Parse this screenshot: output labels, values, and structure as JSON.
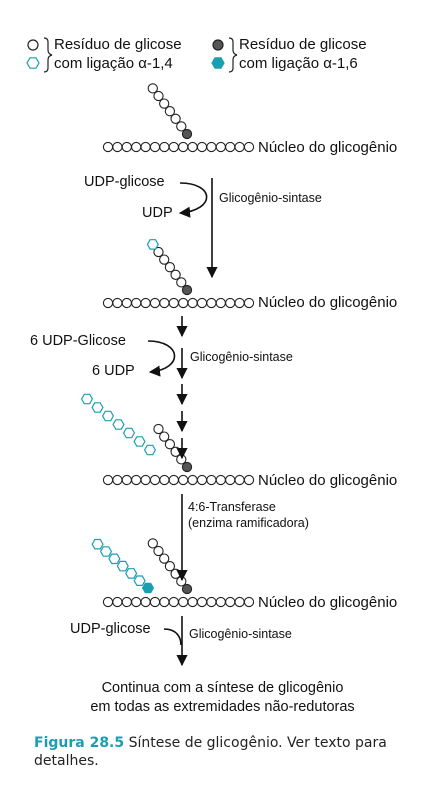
{
  "legend": {
    "left_top": "Resíduo de glicose",
    "left_bottom": "com ligação α-1,4",
    "right_top": "Resíduo de glicose",
    "right_bottom": "com ligação α-1,6"
  },
  "colors": {
    "residue_outline": "#222222",
    "branch_point": "#555555",
    "new_residue": "#1a9fb0",
    "caption_accent": "#1a9fb0"
  },
  "nucleus_label": "Núcleo do glicogênio",
  "steps": {
    "step1": {
      "substrate": "UDP-glicose",
      "product": "UDP",
      "enzyme": "Glicogênio-sintase"
    },
    "step2": {
      "substrate": "6 UDP-Glicose",
      "product": "6 UDP",
      "enzyme": "Glicogênio-sintase"
    },
    "step3": {
      "enzyme_line1": "4:6-Transferase",
      "enzyme_line2": "(enzima ramificadora)"
    },
    "step4": {
      "substrate": "UDP-glicose",
      "enzyme": "Glicogênio-sintase"
    }
  },
  "continuation": {
    "line1": "Continua com a síntese de glicogênio",
    "line2": "em todas as extremidades não-redutoras"
  },
  "caption": {
    "figure_label": "Figura 28.5",
    "text": "Síntese de glicogênio. Ver texto para detalhes."
  }
}
